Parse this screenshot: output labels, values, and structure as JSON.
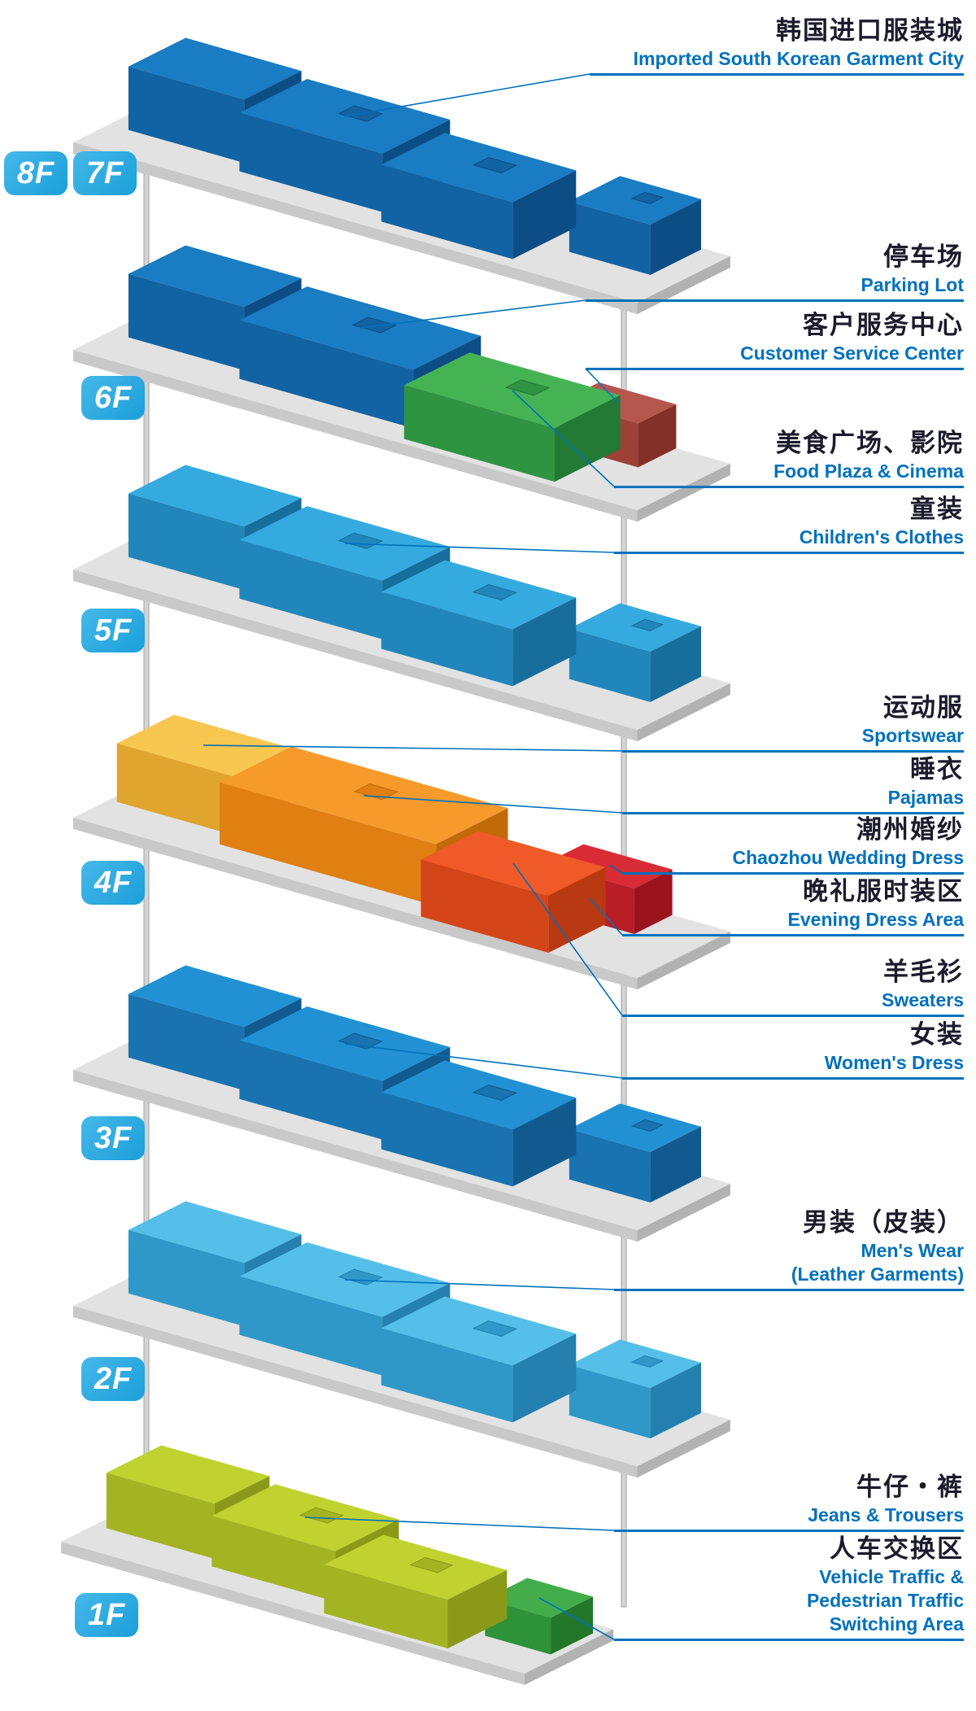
{
  "badges": [
    "8F",
    "7F",
    "6F",
    "5F",
    "4F",
    "3F",
    "2F",
    "1F"
  ],
  "annotations": [
    {
      "floor": "7F/8F",
      "zh": "韩国进口服装城",
      "en": "Imported South Korean Garment City"
    },
    {
      "floor": "6F",
      "zh": "停车场",
      "en": "Parking Lot"
    },
    {
      "floor": "6F",
      "zh": "客户服务中心",
      "en": "Customer Service Center"
    },
    {
      "floor": "6F",
      "zh": "美食广场、影院",
      "en": "Food Plaza &amp; Cinema"
    },
    {
      "floor": "5F",
      "zh": "童装",
      "en": "Children's Clothes"
    },
    {
      "floor": "4F",
      "zh": "运动服",
      "en": "Sportswear"
    },
    {
      "floor": "4F",
      "zh": "睡衣",
      "en": "Pajamas"
    },
    {
      "floor": "4F",
      "zh": "潮州婚纱",
      "en": "Chaozhou Wedding Dress"
    },
    {
      "floor": "4F",
      "zh": "晚礼服时装区",
      "en": "Evening Dress Area"
    },
    {
      "floor": "4F",
      "zh": "羊毛衫",
      "en": "Sweaters"
    },
    {
      "floor": "3F",
      "zh": "女装",
      "en": "Women's Dress"
    },
    {
      "floor": "2F",
      "zh": "男装（皮装）",
      "en": "Men's Wear\n(Leather Garments)"
    },
    {
      "floor": "1F",
      "zh": "牛仔・裤",
      "en": "Jeans &amp; Trousers"
    },
    {
      "floor": "1F",
      "zh": "人车交换区",
      "en": "Vehicle Traffic &amp;\nPedestrian Traffic\nSwitching Area"
    }
  ],
  "colors": {
    "accent": "#0071bc",
    "zh_text": "#1b1b2b",
    "badge_bg": "#29abe2",
    "pole": "#d4d4d4",
    "platform": {
      "top": "#e2e2e2",
      "front": "#c9c9c9",
      "side": "#b2b2b2"
    },
    "blocks": {
      "blue": {
        "top": "#1a7cc2",
        "front": "#1263a4",
        "side": "#0d4d86"
      },
      "blue3": {
        "top": "#2191d4",
        "front": "#1873b0",
        "side": "#115a90"
      },
      "sky": {
        "top": "#35aade",
        "front": "#2186bb",
        "side": "#176e9d"
      },
      "sky2": {
        "top": "#55bfe9",
        "front": "#2f98c9",
        "side": "#2480ae"
      },
      "green": {
        "top": "#45b354",
        "front": "#2f9441",
        "side": "#237a34"
      },
      "maroon": {
        "top": "#b5574f",
        "front": "#9c4038",
        "side": "#833029"
      },
      "yellow": {
        "top": "#f8c74f",
        "front": "#e0a52e",
        "side": "#c78c1f"
      },
      "orange": {
        "top": "#f69a2c",
        "front": "#e07f12",
        "side": "#c26a0a"
      },
      "redorange": {
        "top": "#ef5a28",
        "front": "#d4451a",
        "side": "#b83812"
      },
      "crimson": {
        "top": "#d92b35",
        "front": "#b81e28",
        "side": "#9b141d"
      },
      "lime": {
        "top": "#bfd230",
        "front": "#a3b422",
        "side": "#8a9a18"
      },
      "green2": {
        "top": "#42ad4a",
        "front": "#2e9238",
        "side": "#22772a"
      }
    }
  }
}
